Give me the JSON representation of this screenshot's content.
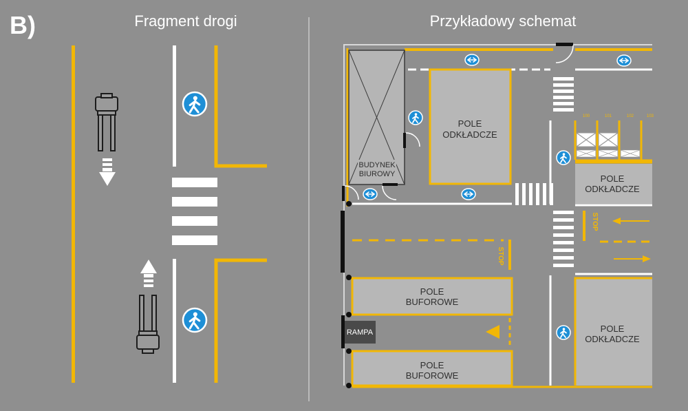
{
  "panel_label": "B)",
  "left_title": "Fragment drogi",
  "right_title": "Przykładowy schemat",
  "office_building": [
    "BUDYNEK",
    "BIUROWY"
  ],
  "storage_field": [
    "POLE",
    "ODKŁADCZE"
  ],
  "storage_field_short": [
    "POLE",
    "ODKŁADCZE"
  ],
  "storage_field_alt": [
    "POLE",
    "ODKŁADCZE"
  ],
  "buffer_field": [
    "POLE",
    "BUFOROWE"
  ],
  "ramp_label": "RAMPA",
  "stop_label": "STOP",
  "rack_labels": [
    "100",
    "101",
    "102",
    "103"
  ],
  "colors": {
    "background": "#8f8f8f",
    "yellow_line": "#f2b705",
    "white_line": "#ffffff",
    "pedestrian_sign": "#1e8fd6",
    "area_fill": "#b7b7b7",
    "wall": "#111111"
  },
  "icons": [
    "pedestrian-sign-icon",
    "forklift-icon",
    "direction-arrow-icon",
    "door-icon",
    "pallet-icon"
  ]
}
